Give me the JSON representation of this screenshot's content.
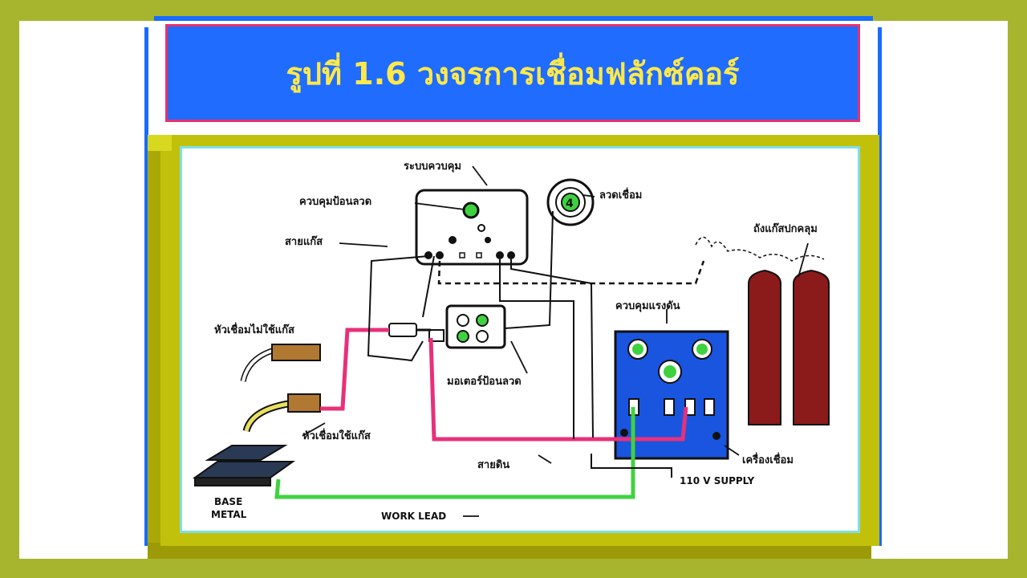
{
  "title": "รูปที่ 1.6 วงจรการเชื่อมฟลักซ์คอร์",
  "labels": {
    "control_system": "ระบบควบคุม",
    "wire_feed_control": "ควบคุมป้อนลวด",
    "gas_hose": "สายแก๊ส",
    "welding_wire": "ลวดเชื่อม",
    "gas_cylinder": "ถังแก๊สปกคลุม",
    "torch_no_gas": "หัวเชื่อมไม่ใช้แก๊ส",
    "torch_gas": "หัวเชื่อมใช้แก๊ส",
    "wire_feed_motor": "มอเตอร์ป้อนลวด",
    "pressure_control": "ควบคุมแรงดัน",
    "ground_cable": "สายดิน",
    "welding_machine": "เครื่องเชื่อม",
    "supply": "110 V SUPPLY",
    "base_metal_1": "BASE",
    "base_metal_2": "METAL",
    "work_lead": "WORK LEAD"
  },
  "colors": {
    "title_text": "#ffe94a",
    "title_bg": "#1f6cff",
    "frame": "#c1c10b",
    "cylinder": "#8b1a1a",
    "machine": "#1a55e0",
    "ground_cable": "#e8307a",
    "work_lead": "#3fd23f"
  }
}
